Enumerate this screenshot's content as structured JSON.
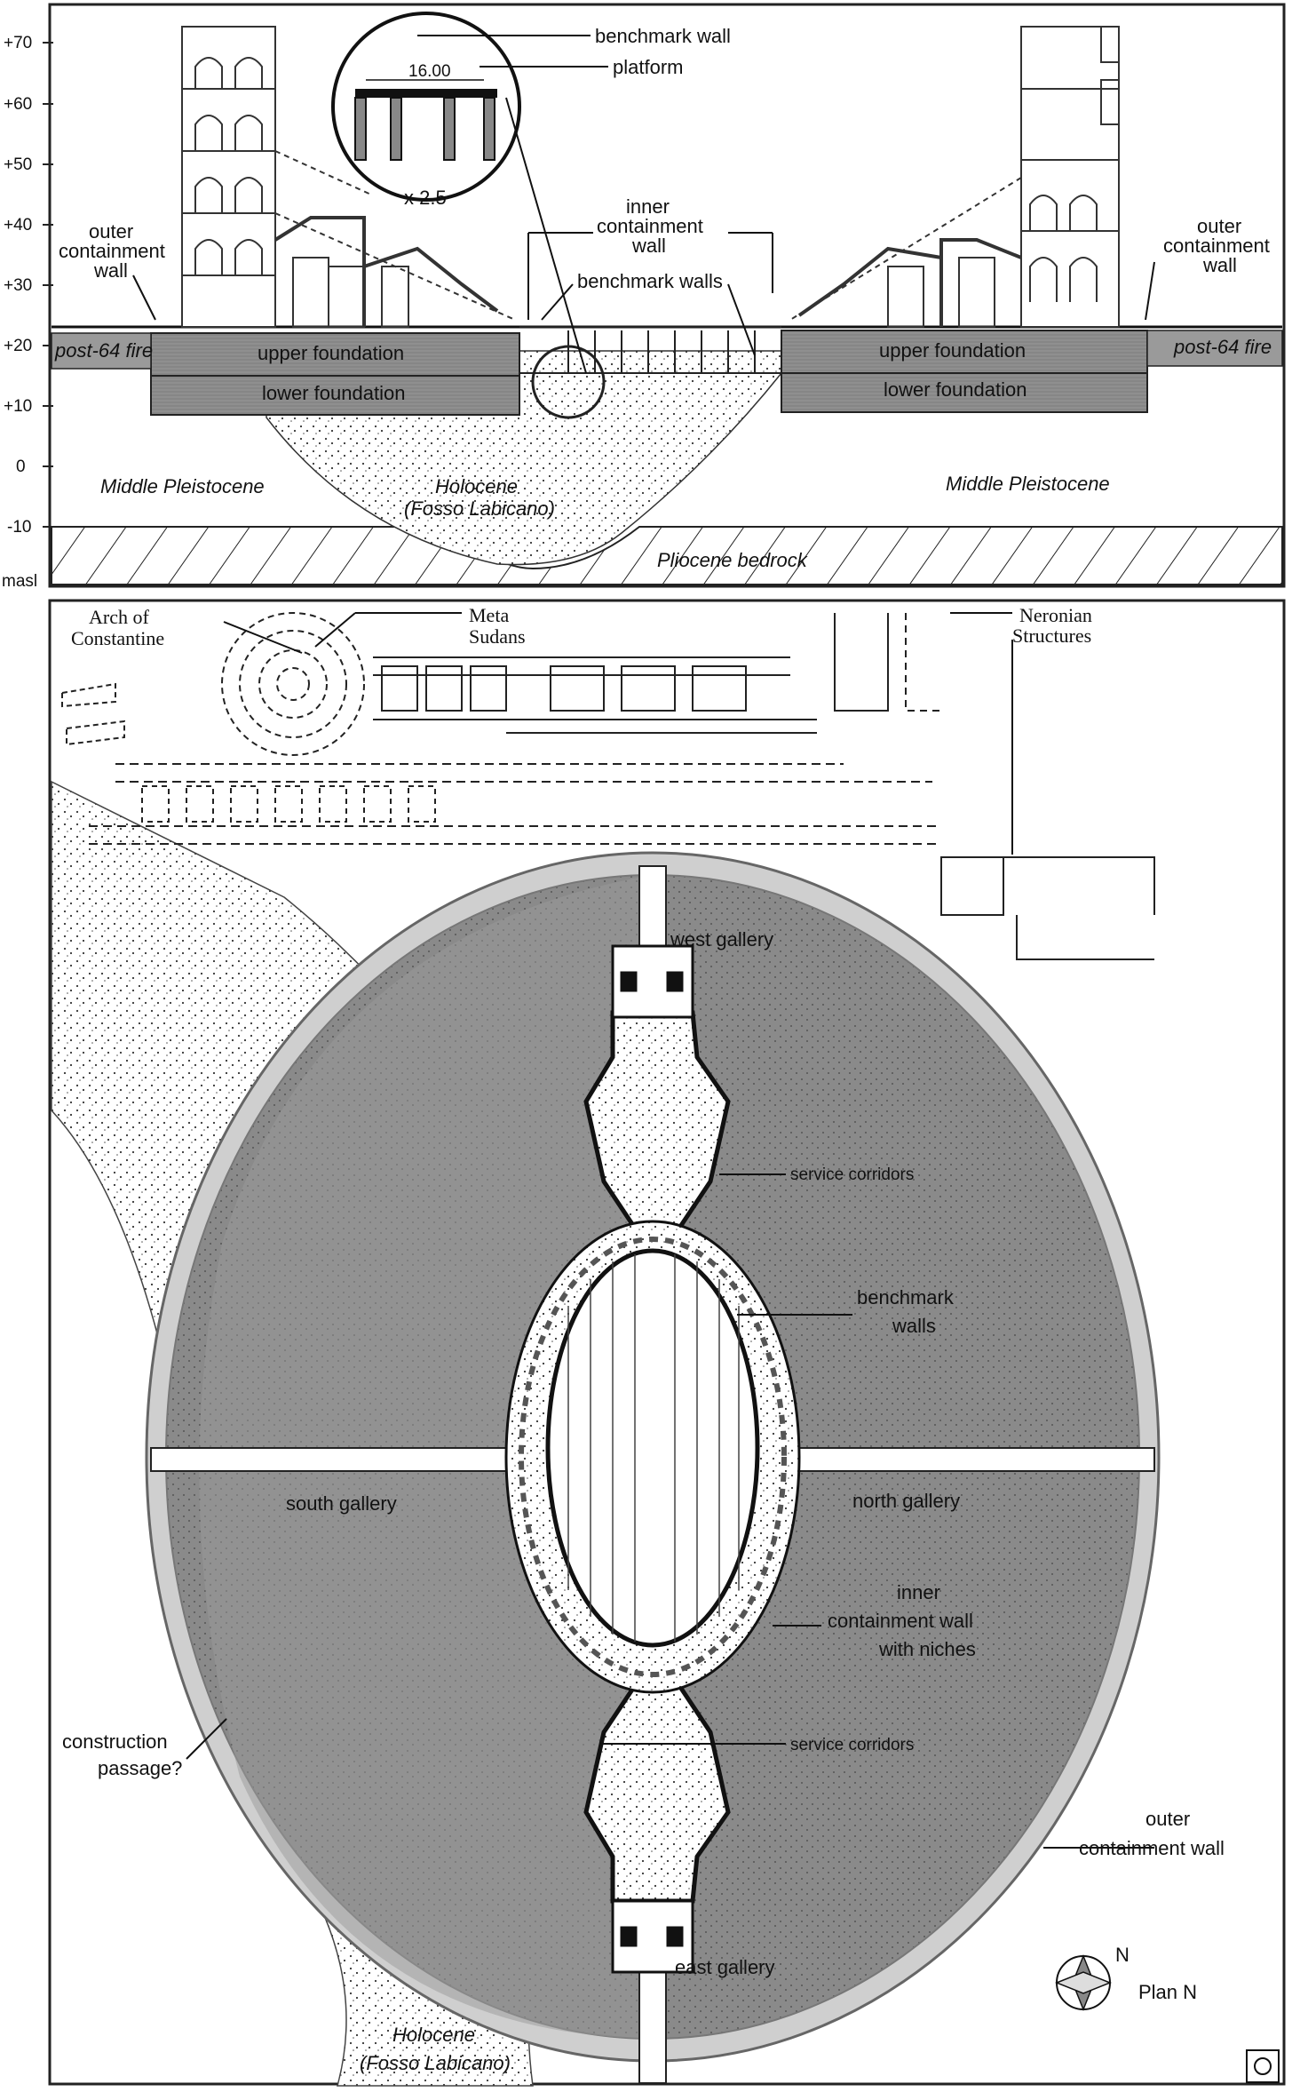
{
  "section": {
    "axis_ticks": [
      "+70",
      "+60",
      "+50",
      "+40",
      "+30",
      "+20",
      "+10",
      "0",
      "-10"
    ],
    "axis_unit": "masl",
    "labels": {
      "benchmark_wall": "benchmark wall",
      "platform": "platform",
      "dimension": "16.00",
      "scale": "x 2.5",
      "inner_wall_l1": "inner",
      "inner_wall_l2": "containment",
      "inner_wall_l3": "wall",
      "benchmark_walls": "benchmark walls",
      "outer_left_l1": "outer",
      "outer_left_l2": "containment",
      "outer_left_l3": "wall",
      "outer_right_l1": "outer",
      "outer_right_l2": "containment",
      "outer_right_l3": "wall",
      "post64_left": "post-64 fire",
      "post64_right": "post-64 fire",
      "upper_foundation_left": "upper foundation",
      "lower_foundation_left": "lower foundation",
      "upper_foundation_right": "upper foundation",
      "lower_foundation_right": "lower foundation",
      "middle_pleistocene_left": "Middle Pleistocene",
      "middle_pleistocene_right": "Middle Pleistocene",
      "holocene_l1": "Holocene",
      "holocene_l2": "(Fosso Labicano)",
      "pliocene": "Pliocene bedrock"
    }
  },
  "plan": {
    "labels": {
      "arch_l1": "Arch of",
      "arch_l2": "Constantine",
      "meta_l1": "Meta",
      "meta_l2": "Sudans",
      "neronian_l1": "Neronian",
      "neronian_l2": "Structures",
      "west_gallery": "west gallery",
      "service_top": "service corridors",
      "benchmark_l1": "benchmark",
      "benchmark_l2": "walls",
      "south_gallery": "south gallery",
      "north_gallery": "north gallery",
      "inner_l1": "inner",
      "inner_l2": "containment wall",
      "inner_l3": "with niches",
      "service_bottom": "service corridors",
      "construction_l1": "construction",
      "construction_l2": "passage?",
      "outer_l1": "outer",
      "outer_l2": "containment wall",
      "east_gallery": "east gallery",
      "compass_letter": "N",
      "plan_label": "Plan N",
      "holocene_l1": "Holocene",
      "holocene_l2": "(Fosso Labicano)"
    }
  },
  "colors": {
    "foundation_fill": "#8f8f8f",
    "platform_fill": "#8a8a8a",
    "ring_fill": "#cfcfcf",
    "paper": "#ffffff"
  }
}
